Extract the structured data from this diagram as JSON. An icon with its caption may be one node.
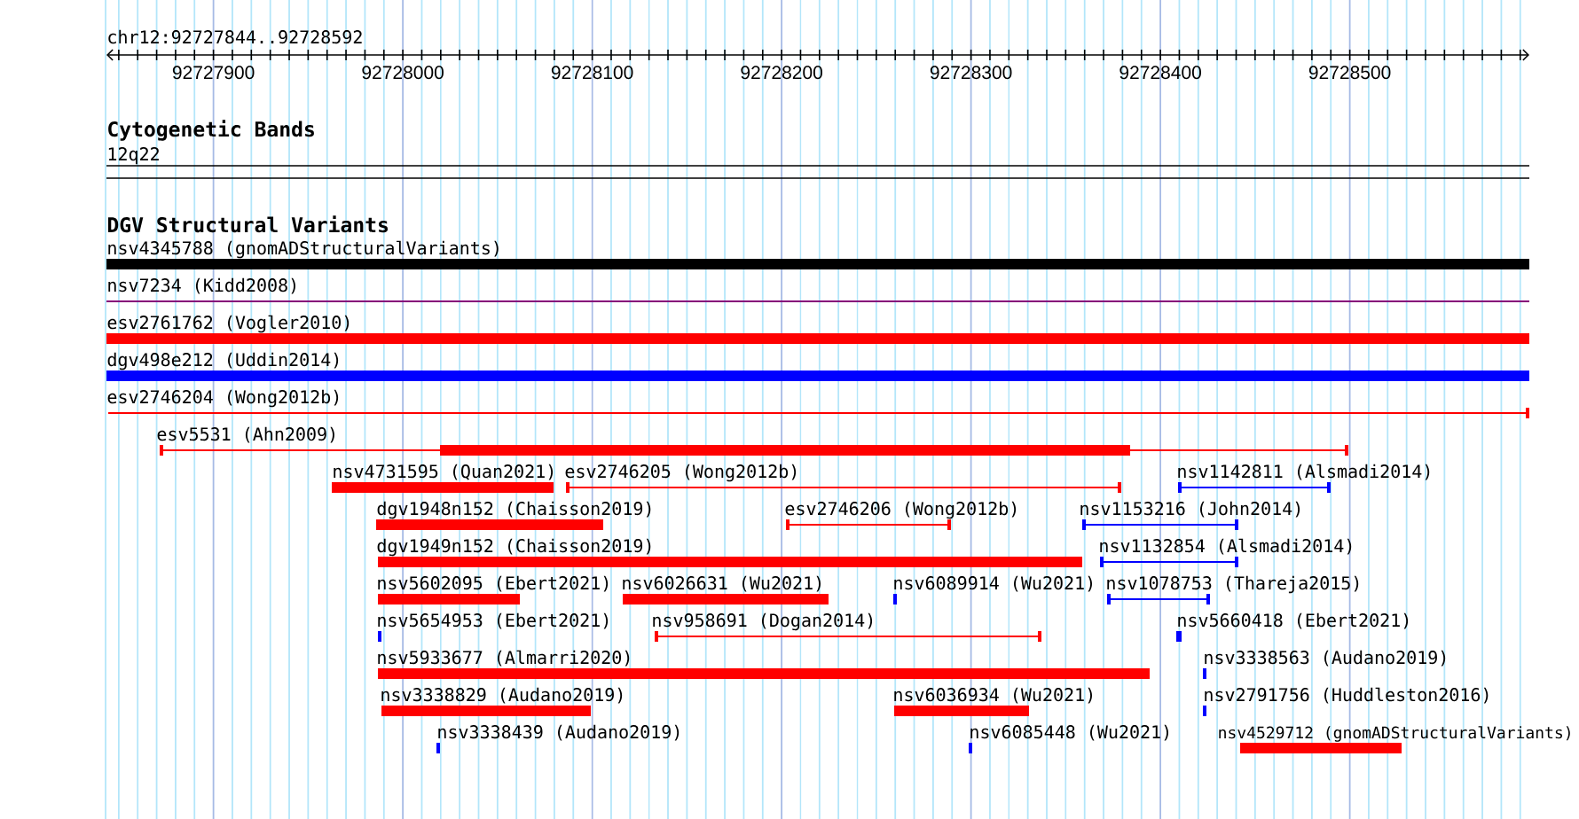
{
  "diagram": {
    "labels": [
      "chr12:92727844..92728592",
      "92727900",
      "92728000",
      "92728100",
      "92728200",
      "92728300",
      "92728400",
      "92728500",
      "Cytogenetic Bands",
      "12q22",
      "DGV Structural Variants",
      "nsv4345788 (gnomADStructuralVariants)",
      "nsv7234 (Kidd2008)",
      "esv2761762 (Vogler2010)",
      "dgv498e212 (Uddin2014)",
      "esv2746204 (Wong2012b)",
      "esv5531 (Ahn2009)",
      "nsv4731595 (Quan2021)",
      "esv2746205 (Wong2012b)",
      "nsv1142811 (Alsmadi2014)",
      "dgv1948n152 (Chaisson2019)",
      "esv2746206 (Wong2012b)",
      "nsv1153216 (John2014)",
      "dgv1949n152 (Chaisson2019)",
      "nsv1132854 (Alsmadi2014)",
      "nsv5602095 (Ebert2021)",
      "nsv6026631 (Wu2021)",
      "nsv6089914 (Wu2021)",
      "nsv1078753 (Thareja2015)",
      "nsv5654953 (Ebert2021)",
      "nsv958691 (Dogan2014)",
      "nsv5660418 (Ebert2021)",
      "nsv5933677 (Almarri2020)",
      "nsv3338563 (Audano2019)",
      "nsv3338829 (Audano2019)",
      "nsv6036934 (Wu2021)",
      "nsv2791756 (Huddleston2016)",
      "nsv3338439 (Audano2019)",
      "nsv6085448 (Wu2021)",
      "nsv4529712 (gnomADStructuralVariants)"
    ]
  }
}
